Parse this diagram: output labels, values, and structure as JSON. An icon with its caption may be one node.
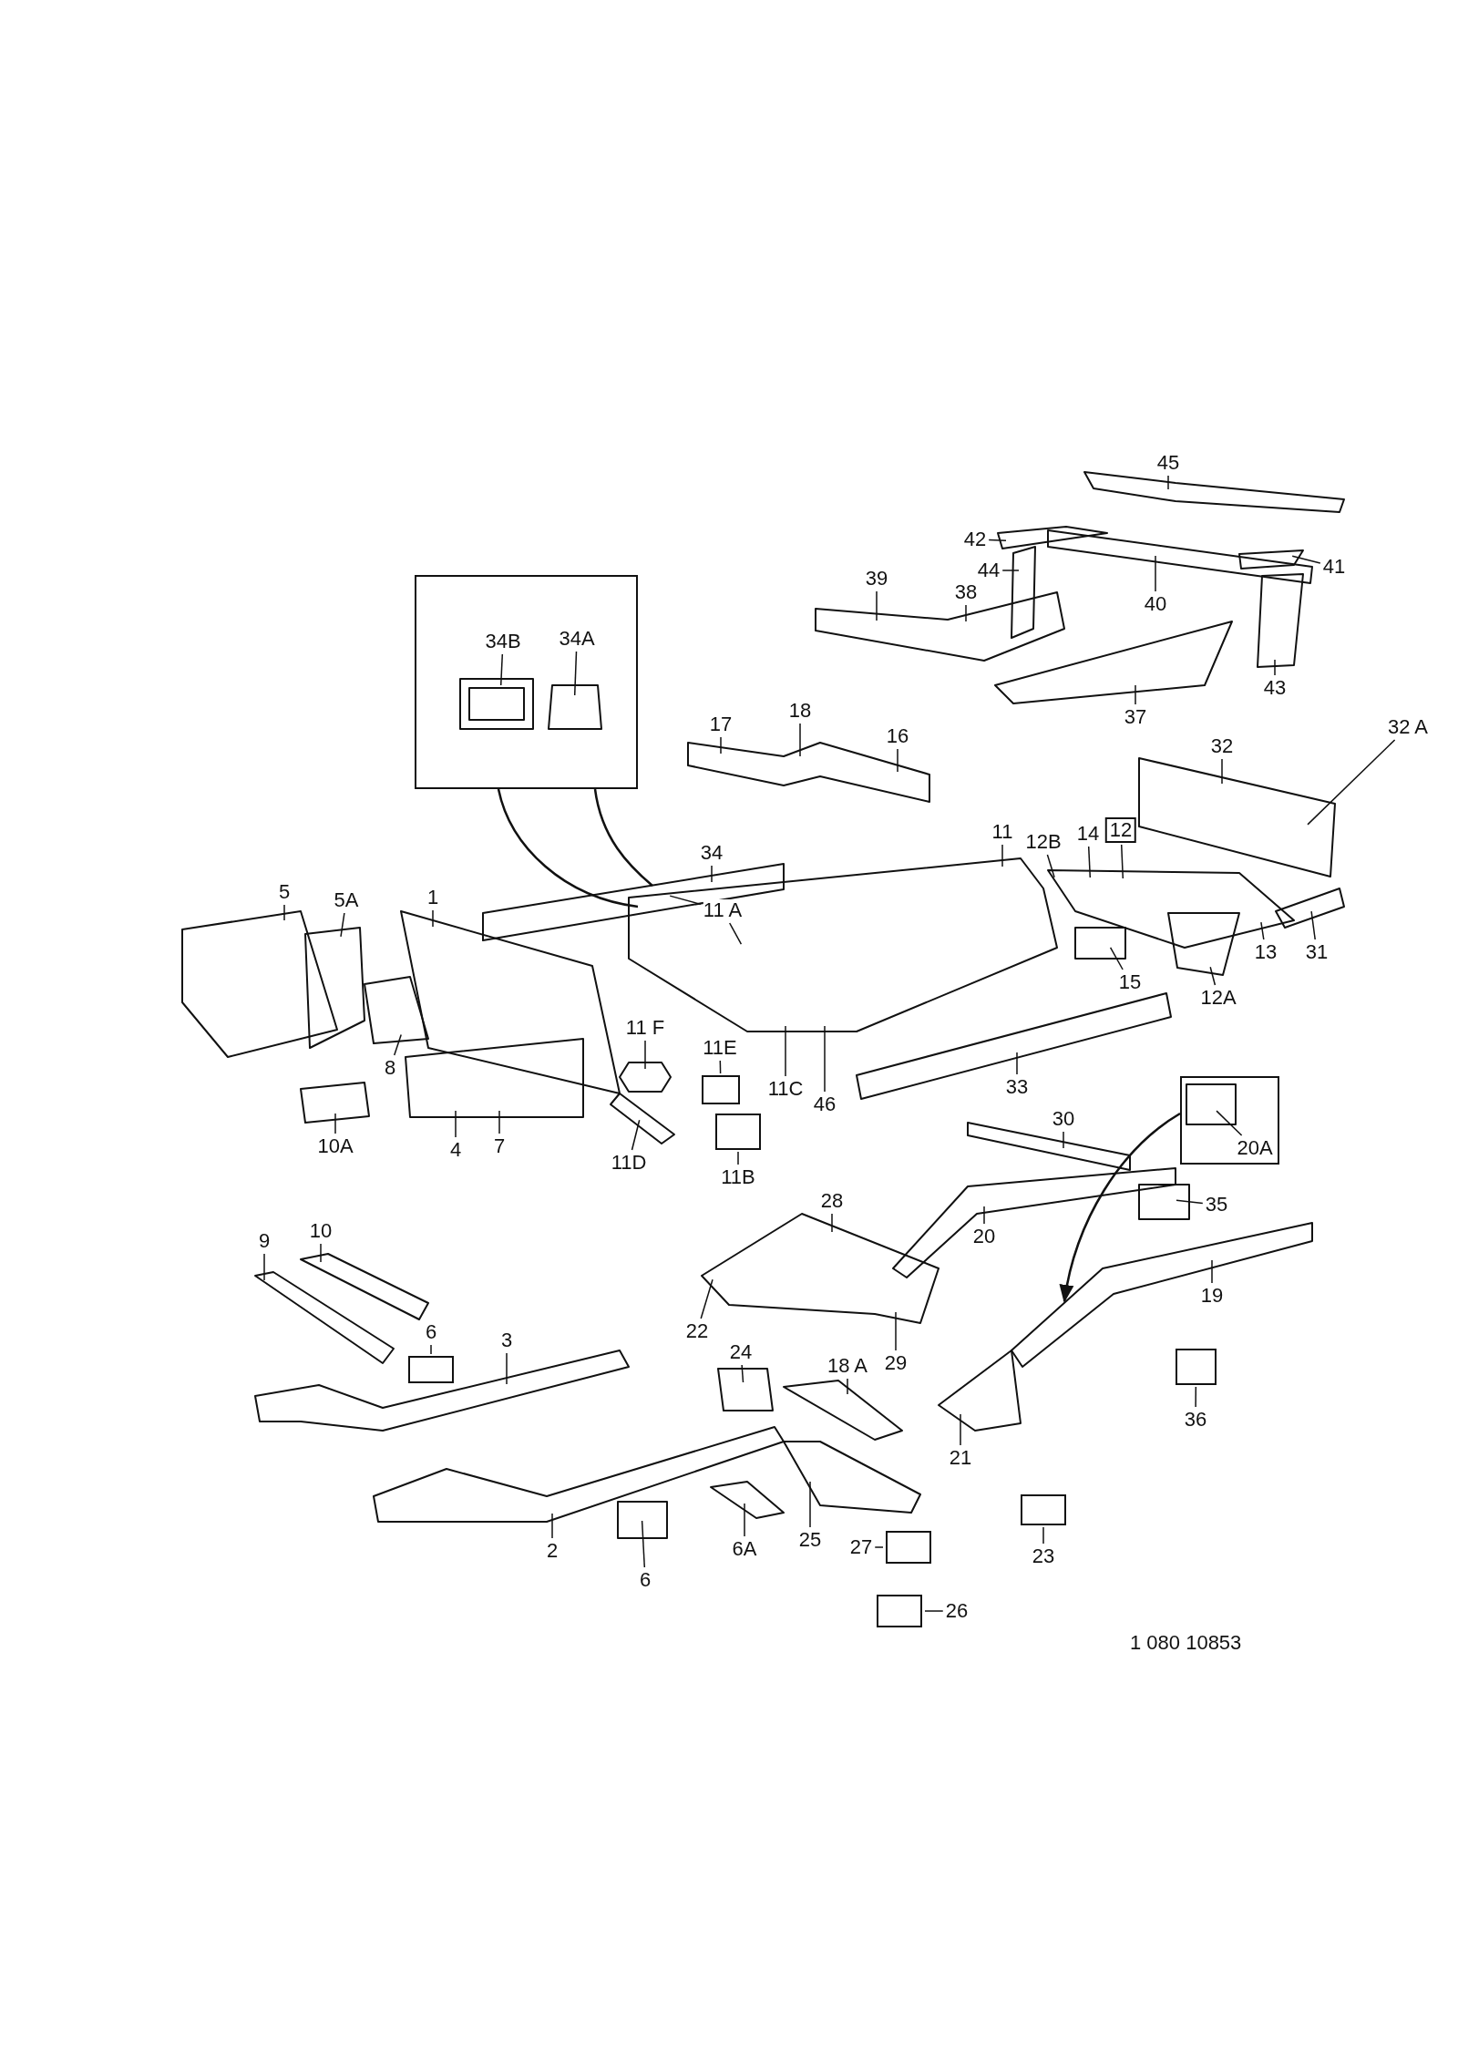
{
  "diagram": {
    "nodes": [
      {
        "text": [
          "45"
        ]
      },
      {
        "text": [
          "42"
        ]
      },
      {
        "text": [
          "44"
        ]
      },
      {
        "text": [
          "41"
        ]
      },
      {
        "text": [
          "39"
        ]
      },
      {
        "text": [
          "38"
        ]
      },
      {
        "text": [
          "40"
        ]
      },
      {
        "text": [],
        "shape": "box"
      },
      {
        "text": [
          "34B"
        ],
        "in": 7
      },
      {
        "text": [
          "34A"
        ],
        "in": 7
      },
      {
        "text": [
          "43"
        ]
      },
      {
        "text": [
          "37"
        ]
      },
      {
        "text": [
          "18"
        ]
      },
      {
        "text": [
          "17"
        ]
      },
      {
        "text": [
          "16"
        ]
      },
      {
        "text": [
          "32"
        ]
      },
      {
        "text": [
          "32 A"
        ]
      },
      {
        "text": [
          "11"
        ]
      },
      {
        "text": [
          "12B"
        ]
      },
      {
        "text": [
          "14"
        ]
      },
      {
        "text": [
          "12"
        ]
      },
      {
        "text": [
          "34"
        ]
      },
      {
        "text": [
          "5"
        ]
      },
      {
        "text": [
          "5A"
        ]
      },
      {
        "text": [
          "1"
        ]
      },
      {
        "text": [
          "11 A"
        ]
      },
      {
        "text": [
          "13"
        ]
      },
      {
        "text": [
          "31"
        ]
      },
      {
        "text": [
          "15"
        ]
      },
      {
        "text": [
          "12A"
        ]
      },
      {
        "text": [
          "8"
        ]
      },
      {
        "text": [
          "11 F"
        ]
      },
      {
        "text": [
          "11E"
        ]
      },
      {
        "text": [
          "11C"
        ]
      },
      {
        "text": [
          "46"
        ]
      },
      {
        "text": [
          "7"
        ]
      },
      {
        "text": [
          "11D"
        ]
      },
      {
        "text": [
          "11B"
        ]
      },
      {
        "text": [
          "33"
        ]
      },
      {
        "text": [
          "30"
        ]
      },
      {
        "text": [],
        "shape": "box"
      },
      {
        "text": [
          "20A"
        ],
        "in": 40
      },
      {
        "text": [
          "10A"
        ]
      },
      {
        "text": [
          "4"
        ]
      },
      {
        "text": [
          "35"
        ]
      },
      {
        "text": [
          "28"
        ]
      },
      {
        "text": [
          "10"
        ]
      },
      {
        "text": [
          "20"
        ]
      },
      {
        "text": [
          "9"
        ]
      },
      {
        "text": [
          "19"
        ]
      },
      {
        "text": [
          "22"
        ]
      },
      {
        "text": [
          "3"
        ]
      },
      {
        "text": [
          "24"
        ]
      },
      {
        "text": [
          "29"
        ]
      },
      {
        "text": [
          "36"
        ]
      },
      {
        "text": [
          "18 A"
        ]
      },
      {
        "text": [
          "6"
        ]
      },
      {
        "text": [
          "21"
        ]
      },
      {
        "text": [
          "23"
        ]
      },
      {
        "text": [
          "25"
        ]
      },
      {
        "text": [
          "2"
        ]
      },
      {
        "text": [
          "6A"
        ]
      },
      {
        "text": [
          "27"
        ]
      },
      {
        "text": [
          "26"
        ]
      },
      {
        "text": [
          "6"
        ]
      },
      {
        "text": [],
        "shape": "box"
      },
      {
        "text": [],
        "shape": "box"
      },
      {
        "text": [],
        "shape": "box"
      },
      {
        "text": [],
        "shape": "box"
      },
      {
        "text": [],
        "shape": "box"
      },
      {
        "text": [],
        "shape": "box"
      },
      {
        "text": [],
        "shape": "box"
      }
    ],
    "edges": [
      {
        "from": 0,
        "to": null,
        "arrow": "none"
      },
      {
        "from": 1,
        "to": null,
        "arrow": "none"
      },
      {
        "from": 2,
        "to": null,
        "arrow": "none"
      },
      {
        "from": 3,
        "to": null,
        "arrow": "none"
      },
      {
        "from": 4,
        "to": null,
        "arrow": "none"
      },
      {
        "from": 5,
        "to": null,
        "arrow": "none"
      },
      {
        "from": 6,
        "to": null,
        "arrow": "none"
      },
      {
        "from": 7,
        "to": null,
        "arrow": "none"
      },
      {
        "from": 7,
        "to": null,
        "arrow": "none"
      },
      {
        "from": 8,
        "to": null,
        "arrow": "none"
      },
      {
        "from": 9,
        "to": null,
        "arrow": "none"
      },
      {
        "from": 10,
        "to": null,
        "arrow": "none"
      },
      {
        "from": 11,
        "to": null,
        "arrow": "none"
      },
      {
        "from": 12,
        "to": null,
        "arrow": "none"
      },
      {
        "from": 13,
        "to": null,
        "arrow": "none"
      },
      {
        "from": 14,
        "to": null,
        "arrow": "none"
      },
      {
        "from": 15,
        "to": null,
        "arrow": "none"
      },
      {
        "from": 16,
        "to": null,
        "arrow": "none"
      },
      {
        "from": 17,
        "to": null,
        "arrow": "none"
      },
      {
        "from": 18,
        "to": null,
        "arrow": "none"
      },
      {
        "from": 19,
        "to": null,
        "arrow": "none"
      },
      {
        "from": 20,
        "to": null,
        "arrow": "none"
      },
      {
        "from": 21,
        "to": null,
        "arrow": "none"
      },
      {
        "from": 22,
        "to": null,
        "arrow": "none"
      },
      {
        "from": 23,
        "to": null,
        "arrow": "none"
      },
      {
        "from": 24,
        "to": null,
        "arrow": "none"
      },
      {
        "from": 25,
        "to": null,
        "arrow": "none"
      },
      {
        "from": 25,
        "to": null,
        "arrow": "none"
      },
      {
        "from": 26,
        "to": null,
        "arrow": "none"
      },
      {
        "from": 27,
        "to": null,
        "arrow": "none"
      },
      {
        "from": 28,
        "to": null,
        "arrow": "none"
      },
      {
        "from": 29,
        "to": null,
        "arrow": "none"
      },
      {
        "from": 30,
        "to": null,
        "arrow": "none"
      },
      {
        "from": 31,
        "to": null,
        "arrow": "none"
      },
      {
        "from": 32,
        "to": 65,
        "arrow": "none"
      },
      {
        "from": 33,
        "to": null,
        "arrow": "none"
      },
      {
        "from": 34,
        "to": null,
        "arrow": "none"
      },
      {
        "from": 35,
        "to": null,
        "arrow": "none"
      },
      {
        "from": 36,
        "to": null,
        "arrow": "none"
      },
      {
        "from": 37,
        "to": 66,
        "arrow": "none"
      },
      {
        "from": 38,
        "to": null,
        "arrow": "none"
      },
      {
        "from": 39,
        "to": null,
        "arrow": "none"
      },
      {
        "from": 40,
        "to": null,
        "arrow": "to"
      },
      {
        "from": 41,
        "to": null,
        "arrow": "none"
      },
      {
        "from": 42,
        "to": null,
        "arrow": "none"
      },
      {
        "from": 43,
        "to": null,
        "arrow": "none"
      },
      {
        "from": 44,
        "to": null,
        "arrow": "none"
      },
      {
        "from": 45,
        "to": null,
        "arrow": "none"
      },
      {
        "from": 46,
        "to": null,
        "arrow": "none"
      },
      {
        "from": 47,
        "to": null,
        "arrow": "none"
      },
      {
        "from": 48,
        "to": null,
        "arrow": "none"
      },
      {
        "from": 49,
        "to": null,
        "arrow": "none"
      },
      {
        "from": 50,
        "to": null,
        "arrow": "none"
      },
      {
        "from": 51,
        "to": null,
        "arrow": "none"
      },
      {
        "from": 52,
        "to": null,
        "arrow": "none"
      },
      {
        "from": 53,
        "to": null,
        "arrow": "none"
      },
      {
        "from": 54,
        "to": 67,
        "arrow": "none"
      },
      {
        "from": 55,
        "to": null,
        "arrow": "none"
      },
      {
        "from": 56,
        "to": 68,
        "arrow": "none"
      },
      {
        "from": 57,
        "to": null,
        "arrow": "none"
      },
      {
        "from": 58,
        "to": 69,
        "arrow": "none"
      },
      {
        "from": 59,
        "to": null,
        "arrow": "none"
      },
      {
        "from": 60,
        "to": null,
        "arrow": "none"
      },
      {
        "from": 61,
        "to": null,
        "arrow": "none"
      },
      {
        "from": 62,
        "to": 70,
        "arrow": "none"
      },
      {
        "from": 63,
        "to": 71,
        "arrow": "none"
      },
      {
        "from": 64,
        "to": null,
        "arrow": "none"
      }
    ],
    "labels": [
      "1 080 10853"
    ]
  }
}
